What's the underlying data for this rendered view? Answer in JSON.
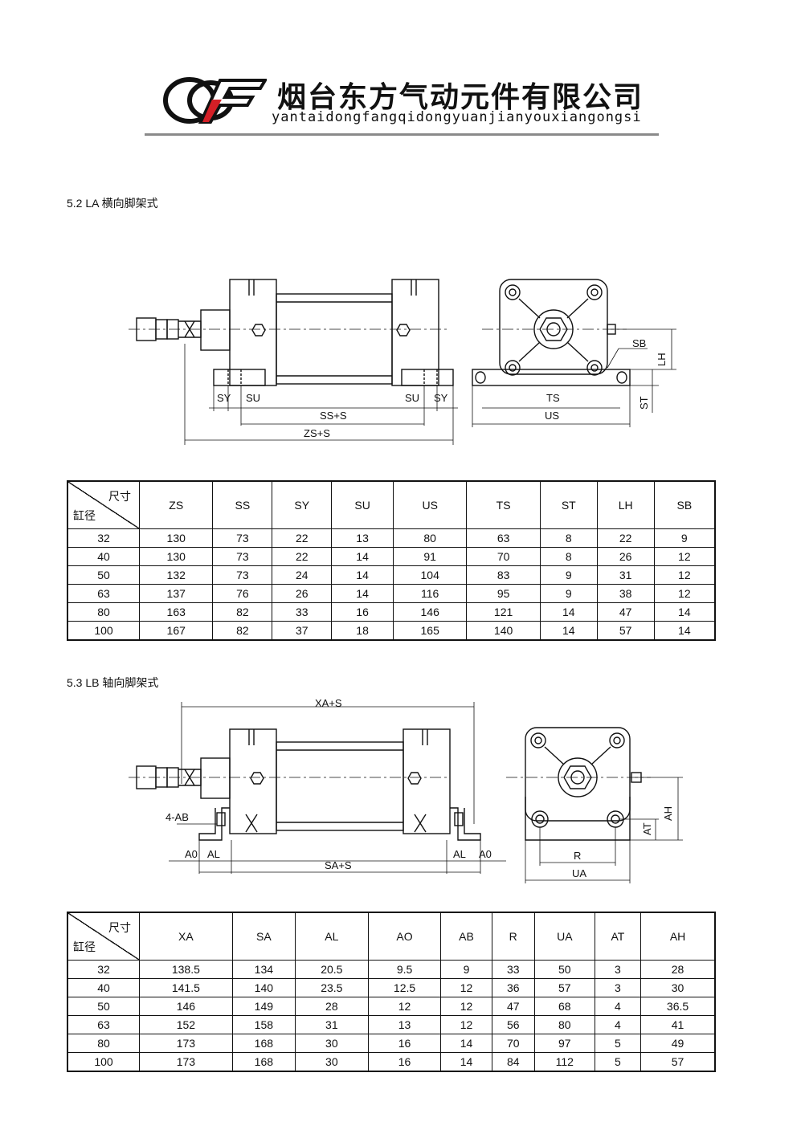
{
  "header": {
    "company_cn": "烟台东方气动元件有限公司",
    "company_pinyin": "yantaidongfangqidongyuanjianyouxiangongsi"
  },
  "sections": [
    {
      "title": "5.2 LA 横向脚架式",
      "drawing_labels": {
        "sy_left": "SY",
        "su_left": "SU",
        "su_right": "SU",
        "sy_right": "SY",
        "ss": "SS+S",
        "zs": "ZS+S",
        "sb": "SB",
        "lh": "LH",
        "st": "ST",
        "ts": "TS",
        "us": "US"
      },
      "table": {
        "corner_top": "尺寸",
        "corner_bottom": "缸径",
        "columns": [
          "ZS",
          "SS",
          "SY",
          "SU",
          "US",
          "TS",
          "ST",
          "LH",
          "SB"
        ],
        "rows": [
          [
            "32",
            "130",
            "73",
            "22",
            "13",
            "80",
            "63",
            "8",
            "22",
            "9"
          ],
          [
            "40",
            "130",
            "73",
            "22",
            "14",
            "91",
            "70",
            "8",
            "26",
            "12"
          ],
          [
            "50",
            "132",
            "73",
            "24",
            "14",
            "104",
            "83",
            "9",
            "31",
            "12"
          ],
          [
            "63",
            "137",
            "76",
            "26",
            "14",
            "116",
            "95",
            "9",
            "38",
            "12"
          ],
          [
            "80",
            "163",
            "82",
            "33",
            "16",
            "146",
            "121",
            "14",
            "47",
            "14"
          ],
          [
            "100",
            "167",
            "82",
            "37",
            "18",
            "165",
            "140",
            "14",
            "57",
            "14"
          ]
        ]
      }
    },
    {
      "title": "5.3 LB 轴向脚架式",
      "drawing_labels": {
        "xa": "XA+S",
        "ab": "4-AB",
        "ao_left": "A0",
        "al_left": "AL",
        "sa": "SA+S",
        "al_right": "AL",
        "ao_right": "A0",
        "at": "AT",
        "ah": "AH",
        "r": "R",
        "ua": "UA"
      },
      "table": {
        "corner_top": "尺寸",
        "corner_bottom": "缸径",
        "columns": [
          "XA",
          "SA",
          "AL",
          "AO",
          "AB",
          "R",
          "UA",
          "AT",
          "AH"
        ],
        "rows": [
          [
            "32",
            "138.5",
            "134",
            "20.5",
            "9.5",
            "9",
            "33",
            "50",
            "3",
            "28"
          ],
          [
            "40",
            "141.5",
            "140",
            "23.5",
            "12.5",
            "12",
            "36",
            "57",
            "3",
            "30"
          ],
          [
            "50",
            "146",
            "149",
            "28",
            "12",
            "12",
            "47",
            "68",
            "4",
            "36.5"
          ],
          [
            "63",
            "152",
            "158",
            "31",
            "13",
            "12",
            "56",
            "80",
            "4",
            "41"
          ],
          [
            "80",
            "173",
            "168",
            "30",
            "16",
            "14",
            "70",
            "97",
            "5",
            "49"
          ],
          [
            "100",
            "173",
            "168",
            "30",
            "16",
            "14",
            "84",
            "112",
            "5",
            "57"
          ]
        ]
      }
    }
  ]
}
